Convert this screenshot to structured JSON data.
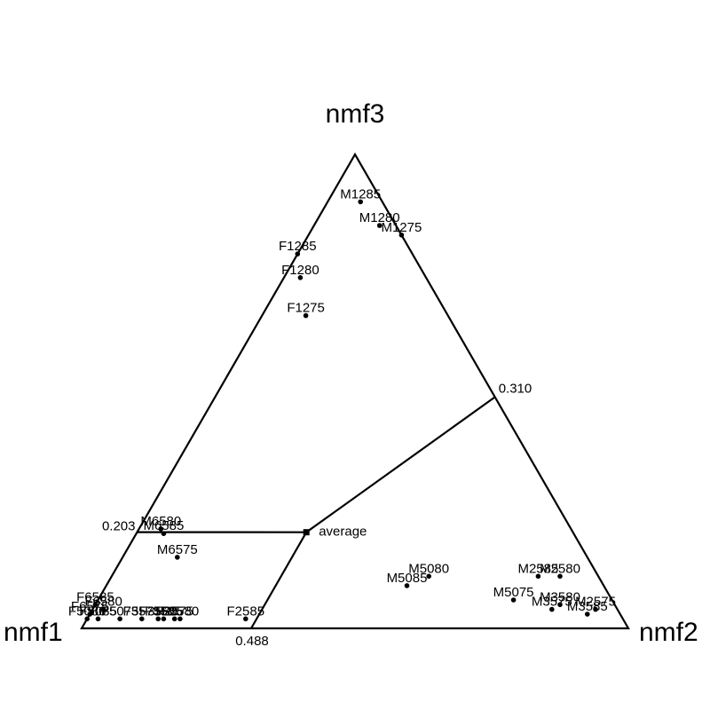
{
  "chart_data": {
    "type": "scatter",
    "title": "",
    "vertices": {
      "bottom_left": "nmf1",
      "bottom_right": "nmf2",
      "top": "nmf3"
    },
    "average": {
      "label": "average",
      "nmf1": 0.488,
      "nmf2": 0.31,
      "nmf3": 0.203
    },
    "edge_labels": {
      "left": "0.203",
      "bottom": "0.488",
      "right": "0.310"
    },
    "points": [
      {
        "name": "M1285",
        "nmf1": 0.04,
        "nmf2": 0.06,
        "nmf3": 0.9
      },
      {
        "name": "M1280",
        "nmf1": 0.03,
        "nmf2": 0.12,
        "nmf3": 0.85
      },
      {
        "name": "M1275",
        "nmf1": 0.0,
        "nmf2": 0.17,
        "nmf3": 0.83
      },
      {
        "name": "F1285",
        "nmf1": 0.21,
        "nmf2": 0.0,
        "nmf3": 0.79
      },
      {
        "name": "F1280",
        "nmf1": 0.23,
        "nmf2": 0.03,
        "nmf3": 0.74
      },
      {
        "name": "F1275",
        "nmf1": 0.26,
        "nmf2": 0.08,
        "nmf3": 0.66
      },
      {
        "name": "M6580",
        "nmf1": 0.75,
        "nmf2": 0.04,
        "nmf3": 0.21
      },
      {
        "name": "M6585",
        "nmf1": 0.75,
        "nmf2": 0.05,
        "nmf3": 0.2
      },
      {
        "name": "M6575",
        "nmf1": 0.75,
        "nmf2": 0.1,
        "nmf3": 0.15
      },
      {
        "name": "F6585",
        "nmf1": 0.95,
        "nmf2": 0.0,
        "nmf3": 0.05
      },
      {
        "name": "F6580",
        "nmf1": 0.94,
        "nmf2": 0.02,
        "nmf3": 0.04
      },
      {
        "name": "F6575",
        "nmf1": 0.97,
        "nmf2": 0.0,
        "nmf3": 0.03
      },
      {
        "name": "F5080",
        "nmf1": 0.98,
        "nmf2": 0.0,
        "nmf3": 0.02
      },
      {
        "name": "F5085",
        "nmf1": 0.96,
        "nmf2": 0.02,
        "nmf3": 0.02
      },
      {
        "name": "F5075",
        "nmf1": 0.92,
        "nmf2": 0.06,
        "nmf3": 0.02
      },
      {
        "name": "F3575",
        "nmf1": 0.88,
        "nmf2": 0.1,
        "nmf3": 0.02
      },
      {
        "name": "F3580",
        "nmf1": 0.85,
        "nmf2": 0.13,
        "nmf3": 0.02
      },
      {
        "name": "F3585",
        "nmf1": 0.84,
        "nmf2": 0.14,
        "nmf3": 0.02
      },
      {
        "name": "F2575",
        "nmf1": 0.82,
        "nmf2": 0.16,
        "nmf3": 0.02
      },
      {
        "name": "F2580",
        "nmf1": 0.81,
        "nmf2": 0.17,
        "nmf3": 0.02
      },
      {
        "name": "F2585",
        "nmf1": 0.69,
        "nmf2": 0.29,
        "nmf3": 0.02
      },
      {
        "name": "M5080",
        "nmf1": 0.31,
        "nmf2": 0.58,
        "nmf3": 0.11
      },
      {
        "name": "M5085",
        "nmf1": 0.36,
        "nmf2": 0.55,
        "nmf3": 0.09
      },
      {
        "name": "M2585",
        "nmf1": 0.11,
        "nmf2": 0.78,
        "nmf3": 0.11
      },
      {
        "name": "M2580",
        "nmf1": 0.07,
        "nmf2": 0.82,
        "nmf3": 0.11
      },
      {
        "name": "M5075",
        "nmf1": 0.18,
        "nmf2": 0.76,
        "nmf3": 0.06
      },
      {
        "name": "M3580",
        "nmf1": 0.1,
        "nmf2": 0.85,
        "nmf3": 0.05
      },
      {
        "name": "M3575",
        "nmf1": 0.12,
        "nmf2": 0.84,
        "nmf3": 0.04
      },
      {
        "name": "M2575",
        "nmf1": 0.04,
        "nmf2": 0.92,
        "nmf3": 0.04
      },
      {
        "name": "M3585",
        "nmf1": 0.06,
        "nmf2": 0.91,
        "nmf3": 0.03
      }
    ]
  }
}
